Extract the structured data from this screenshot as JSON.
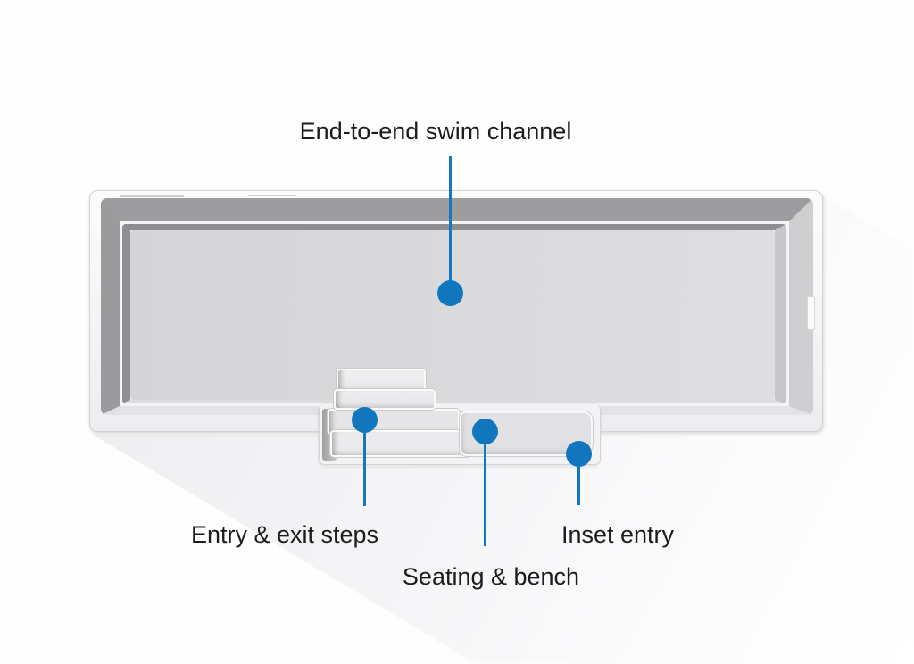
{
  "diagram": {
    "subject": "pool-top-view",
    "colors": {
      "accent": "#1176bd",
      "text": "#1c1c1e"
    },
    "callouts": [
      {
        "id": "swim-channel",
        "label": "End-to-end swim channel"
      },
      {
        "id": "entry-exit-steps",
        "label": "Entry & exit steps"
      },
      {
        "id": "seating-bench",
        "label": "Seating & bench"
      },
      {
        "id": "inset-entry",
        "label": "Inset entry"
      }
    ]
  }
}
